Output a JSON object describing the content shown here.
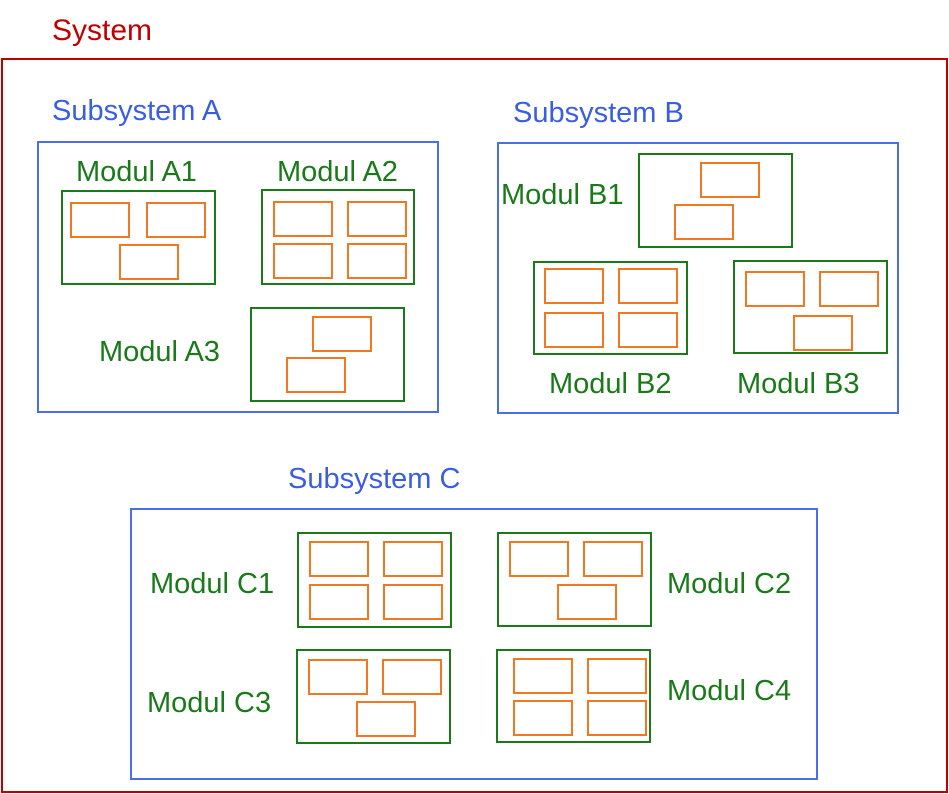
{
  "system": {
    "label": "System"
  },
  "subsystems": [
    {
      "label": "Subsystem A",
      "modules": [
        {
          "label": "Modul A1",
          "units": 3
        },
        {
          "label": "Modul A2",
          "units": 4
        },
        {
          "label": "Modul A3",
          "units": 2
        }
      ]
    },
    {
      "label": "Subsystem B",
      "modules": [
        {
          "label": "Modul B1",
          "units": 2
        },
        {
          "label": "Modul B2",
          "units": 4
        },
        {
          "label": "Modul B3",
          "units": 3
        }
      ]
    },
    {
      "label": "Subsystem C",
      "modules": [
        {
          "label": "Modul C1",
          "units": 4
        },
        {
          "label": "Modul C2",
          "units": 3
        },
        {
          "label": "Modul C3",
          "units": 3
        },
        {
          "label": "Modul C4",
          "units": 4
        }
      ]
    }
  ],
  "colors": {
    "system": "#c00000",
    "subsystem": "#4a6ee8",
    "module": "#1a7a1a",
    "unit": "#f07820"
  }
}
